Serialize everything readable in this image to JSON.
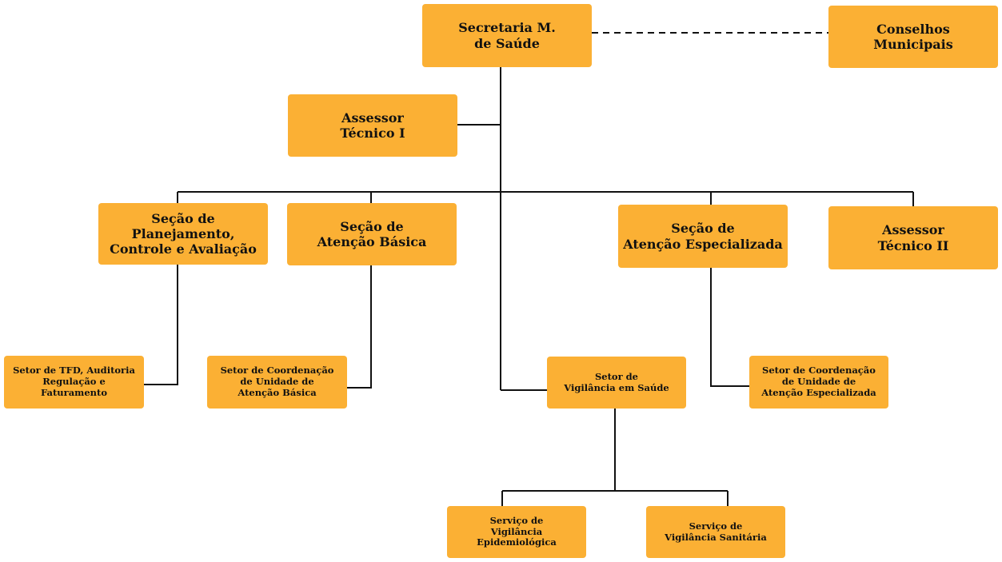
{
  "colors": {
    "box_fill": "#fbb034",
    "line": "#111111",
    "text": "#111111"
  },
  "nodes": {
    "secretaria": "Secretaria M.\nde Saúde",
    "conselhos": "Conselhos\nMunicipais",
    "assessor1": "Assessor\nTécnico I",
    "planejamento": "Seção de\nPlanejamento,\nControle e Avaliação",
    "atencao_basica": "Seção de\nAtenção Básica",
    "atencao_especializada": "Seção de\nAtenção Especializada",
    "assessor2": "Assessor\nTécnico II",
    "setor_tfd": "Setor de TFD, Auditoria\nRegulação e Faturamento",
    "setor_coord_basica": "Setor de Coordenação\nde Unidade de\nAtenção Básica",
    "setor_vigilancia": "Setor de\nVigilância em Saúde",
    "setor_coord_especializada": "Setor de Coordenação\nde Unidade de\nAtenção Especializada",
    "servico_epidemiologica": "Serviço de\nVigilância Epidemiológica",
    "servico_sanitaria": "Serviço de\nVigilância Sanitária"
  },
  "edges": [
    {
      "from": "Secretaria M. de Saúde",
      "to": "Conselhos Municipais",
      "style": "dashed"
    },
    {
      "from": "Secretaria M. de Saúde",
      "to": "Assessor Técnico I",
      "style": "solid"
    },
    {
      "from": "Secretaria M. de Saúde",
      "to": "Seção de Planejamento, Controle e Avaliação",
      "style": "solid"
    },
    {
      "from": "Secretaria M. de Saúde",
      "to": "Seção de Atenção Básica",
      "style": "solid"
    },
    {
      "from": "Secretaria M. de Saúde",
      "to": "Seção de Atenção Especializada",
      "style": "solid"
    },
    {
      "from": "Secretaria M. de Saúde",
      "to": "Assessor Técnico II",
      "style": "solid"
    },
    {
      "from": "Secretaria M. de Saúde",
      "to": "Setor de Vigilância em Saúde",
      "style": "solid"
    },
    {
      "from": "Seção de Planejamento, Controle e Avaliação",
      "to": "Setor de TFD, Auditoria Regulação e Faturamento",
      "style": "solid"
    },
    {
      "from": "Seção de Atenção Básica",
      "to": "Setor de Coordenação de Unidade de Atenção Básica",
      "style": "solid"
    },
    {
      "from": "Seção de Atenção Especializada",
      "to": "Setor de Coordenação de Unidade de Atenção Especializada",
      "style": "solid"
    },
    {
      "from": "Setor de Vigilância em Saúde",
      "to": "Serviço de Vigilância Epidemiológica",
      "style": "solid"
    },
    {
      "from": "Setor de Vigilância em Saúde",
      "to": "Serviço de Vigilância Sanitária",
      "style": "solid"
    }
  ]
}
